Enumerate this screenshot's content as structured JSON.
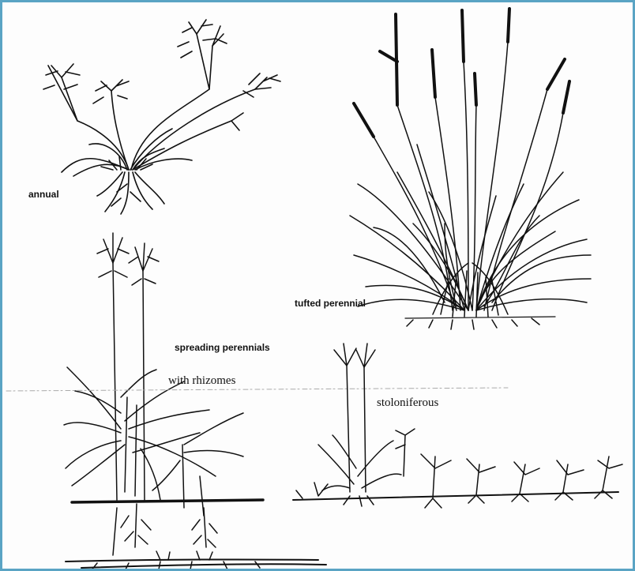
{
  "figure": {
    "labels": {
      "annual": "annual",
      "tufted": "tufted perennial",
      "spreading": "spreading perennials",
      "rhizomes": "with rhizomes",
      "stoloniferous": "stoloniferous"
    }
  },
  "colors": {
    "ink": "#111111",
    "frame": "#5aa4c4",
    "paper": "#fdfdfd"
  }
}
